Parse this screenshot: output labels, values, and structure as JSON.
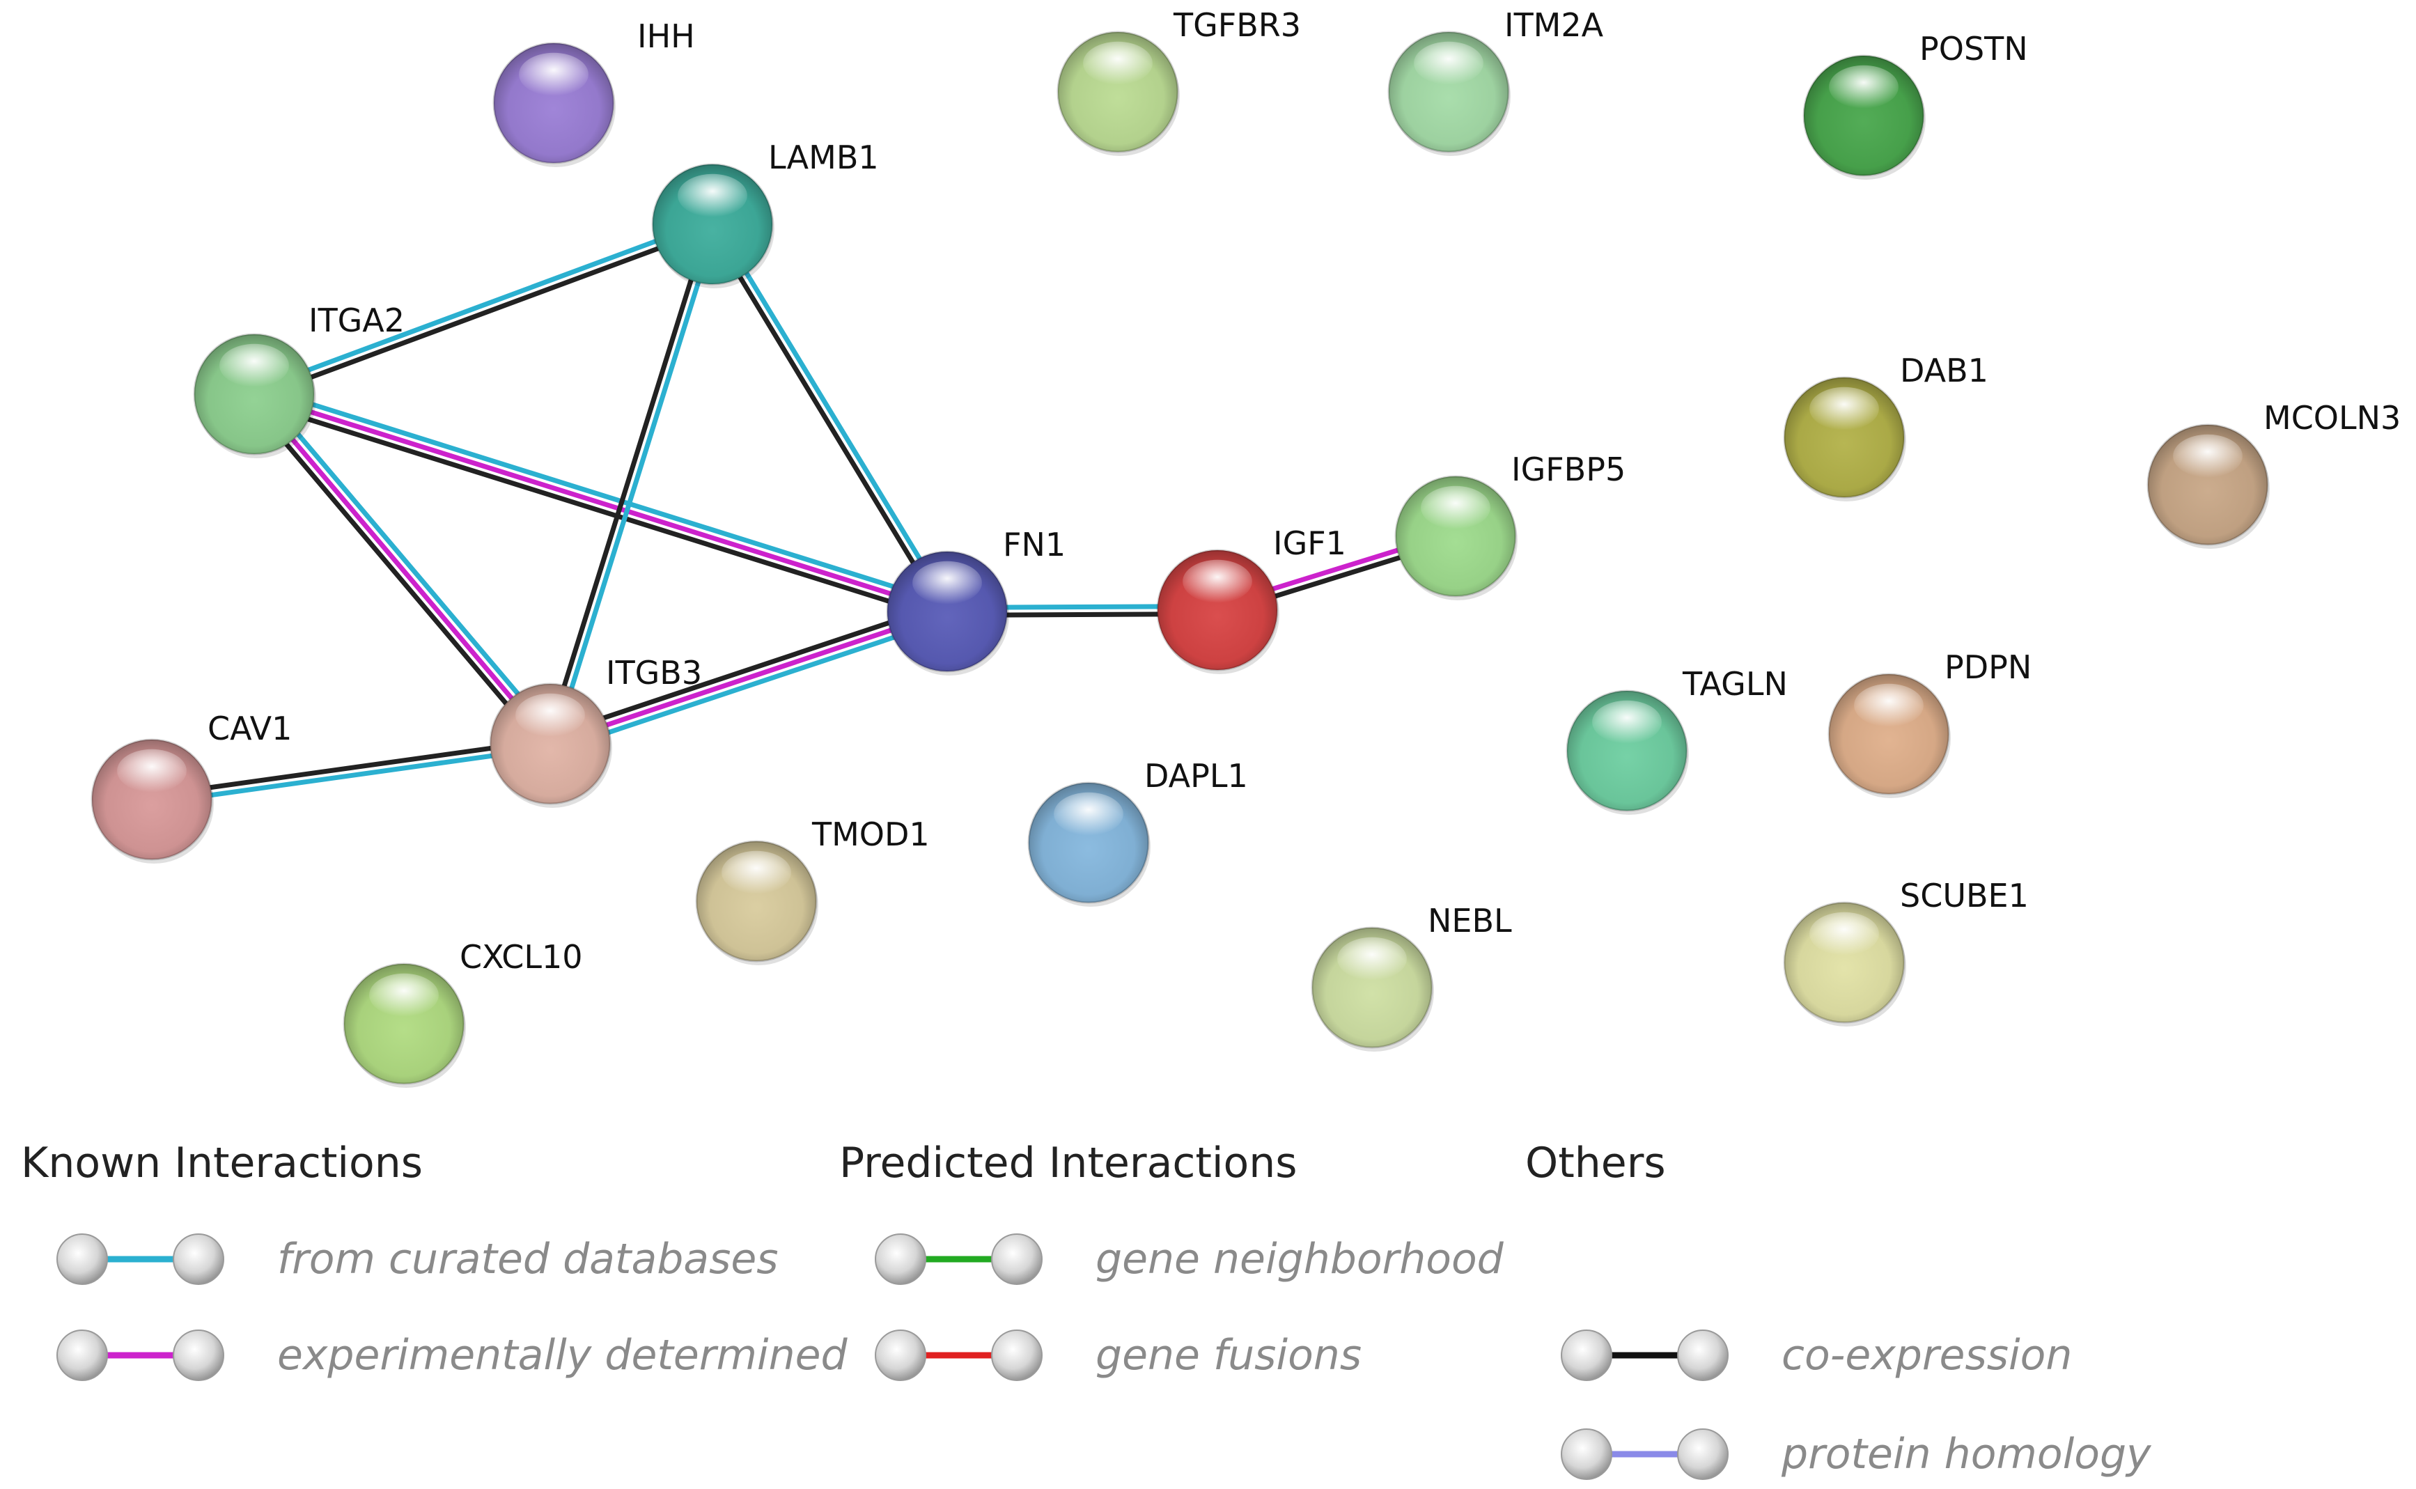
{
  "nodes": [
    {
      "id": "IHH",
      "label": "IHH",
      "color": "#9b7fd6"
    },
    {
      "id": "TGFBR3",
      "label": "TGFBR3",
      "color": "#bcdc94"
    },
    {
      "id": "ITM2A",
      "label": "ITM2A",
      "color": "#a5dca8"
    },
    {
      "id": "POSTN",
      "label": "POSTN",
      "color": "#4aa84e"
    },
    {
      "id": "LAMB1",
      "label": "LAMB1",
      "color": "#3fae9d"
    },
    {
      "id": "ITGA2",
      "label": "ITGA2",
      "color": "#8ed090"
    },
    {
      "id": "DAB1",
      "label": "DAB1",
      "color": "#b3b24a"
    },
    {
      "id": "MCOLN3",
      "label": "MCOLN3",
      "color": "#c9a888"
    },
    {
      "id": "IGFBP5",
      "label": "IGFBP5",
      "color": "#9fdc8e"
    },
    {
      "id": "FN1",
      "label": "FN1",
      "color": "#5a5db8"
    },
    {
      "id": "IGF1",
      "label": "IGF1",
      "color": "#d84545"
    },
    {
      "id": "ITGB3",
      "label": "ITGB3",
      "color": "#e1b4a6"
    },
    {
      "id": "TAGLN",
      "label": "TAGLN",
      "color": "#6fcfa2"
    },
    {
      "id": "PDPN",
      "label": "PDPN",
      "color": "#e0b08c"
    },
    {
      "id": "CAV1",
      "label": "CAV1",
      "color": "#d99a9a"
    },
    {
      "id": "DAPL1",
      "label": "DAPL1",
      "color": "#86b8de"
    },
    {
      "id": "TMOD1",
      "label": "TMOD1",
      "color": "#d9cc9e"
    },
    {
      "id": "SCUBE1",
      "label": "SCUBE1",
      "color": "#e2e2a6"
    },
    {
      "id": "NEBL",
      "label": "NEBL",
      "color": "#cfe0a4"
    },
    {
      "id": "CXCL10",
      "label": "CXCL10",
      "color": "#b1dc82"
    }
  ],
  "edges": [
    {
      "source": "ITGA2",
      "target": "LAMB1",
      "evidence": [
        "curated",
        "coexpression"
      ]
    },
    {
      "source": "ITGA2",
      "target": "FN1",
      "evidence": [
        "curated",
        "experimental",
        "coexpression"
      ]
    },
    {
      "source": "ITGA2",
      "target": "ITGB3",
      "evidence": [
        "curated",
        "experimental",
        "coexpression"
      ]
    },
    {
      "source": "LAMB1",
      "target": "FN1",
      "evidence": [
        "curated",
        "coexpression"
      ]
    },
    {
      "source": "LAMB1",
      "target": "ITGB3",
      "evidence": [
        "curated",
        "coexpression"
      ]
    },
    {
      "source": "FN1",
      "target": "ITGB3",
      "evidence": [
        "curated",
        "experimental",
        "coexpression"
      ]
    },
    {
      "source": "FN1",
      "target": "IGF1",
      "evidence": [
        "curated",
        "coexpression"
      ]
    },
    {
      "source": "IGF1",
      "target": "IGFBP5",
      "evidence": [
        "experimental",
        "coexpression"
      ]
    },
    {
      "source": "ITGB3",
      "target": "CAV1",
      "evidence": [
        "curated",
        "coexpression"
      ]
    }
  ],
  "evidence_colors": {
    "curated": "#2bb0d0",
    "experimental": "#cc22cc",
    "neighborhood": "#22aa22",
    "fusion": "#e02020",
    "coexpression": "#222222",
    "homology": "#8a8ae8"
  },
  "legend": {
    "groups": [
      {
        "heading": "Known Interactions",
        "items": [
          {
            "label": "from curated databases",
            "color": "#2bb0d0"
          },
          {
            "label": "experimentally determined",
            "color": "#cc22cc"
          }
        ]
      },
      {
        "heading": "Predicted Interactions",
        "items": [
          {
            "label": "gene neighborhood",
            "color": "#22aa22"
          },
          {
            "label": "gene fusions",
            "color": "#e02020"
          }
        ]
      },
      {
        "heading": "Others",
        "items": [
          {
            "label": "co-expression",
            "color": "#111111"
          },
          {
            "label": "protein homology",
            "color": "#8a8ae8"
          }
        ]
      }
    ]
  }
}
